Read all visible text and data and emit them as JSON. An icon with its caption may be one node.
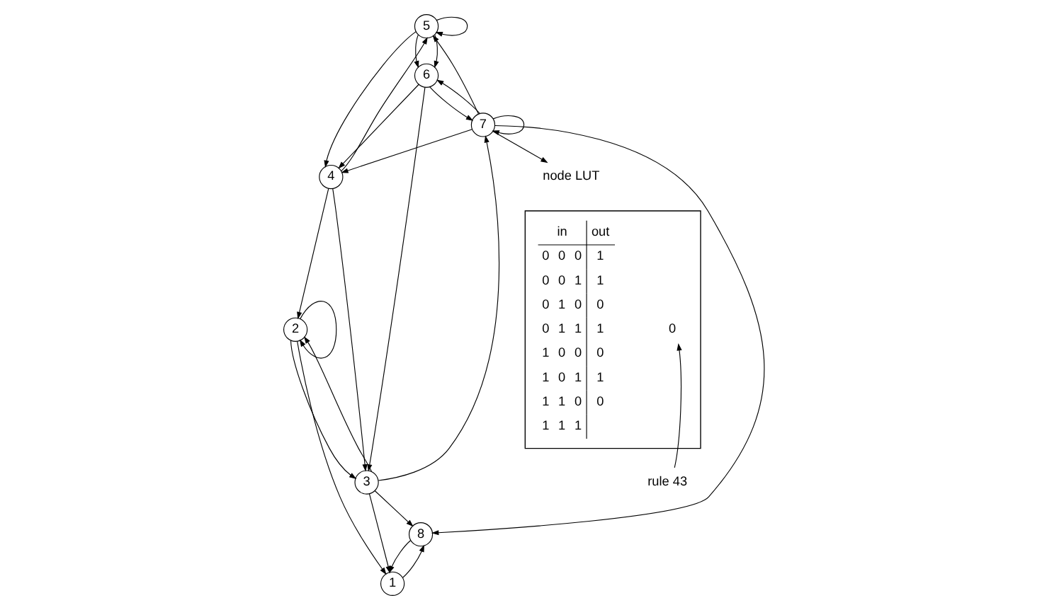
{
  "diagram": {
    "nodes": [
      {
        "text": [
          "5"
        ]
      },
      {
        "text": [
          "6"
        ]
      },
      {
        "text": [
          "7"
        ]
      },
      {
        "text": [
          "4"
        ]
      },
      {
        "text": [
          "3"
        ]
      },
      {
        "text": [
          "8"
        ]
      },
      {
        "text": [
          "2"
        ]
      },
      {
        "text": [
          "1"
        ]
      },
      {
        "text": [
          "node LUT"
        ]
      },
      {
        "text": [],
        "shape": "box"
      },
      {
        "text": [
          "0"
        ],
        "in": 9
      },
      {
        "text": [
          "rule 43"
        ]
      }
    ],
    "edges": [
      {
        "from": 0,
        "to": 0,
        "arrow": "to"
      },
      {
        "from": 2,
        "to": 0,
        "arrow": "to"
      },
      {
        "from": 0,
        "to": 1,
        "arrow": "to"
      },
      {
        "from": 0,
        "to": 1,
        "arrow": "to"
      },
      {
        "from": 0,
        "to": 3,
        "arrow": "to"
      },
      {
        "from": 3,
        "to": 0,
        "arrow": "to"
      },
      {
        "from": 2,
        "to": 1,
        "arrow": "to"
      },
      {
        "from": 1,
        "to": 2,
        "arrow": "to"
      },
      {
        "from": 2,
        "to": 2,
        "arrow": "to"
      },
      {
        "from": 1,
        "to": 3,
        "arrow": "to"
      },
      {
        "from": 2,
        "to": 3,
        "arrow": "to"
      },
      {
        "from": 1,
        "to": 4,
        "arrow": "to"
      },
      {
        "from": 4,
        "to": 2,
        "arrow": "to"
      },
      {
        "from": 2,
        "to": 5,
        "arrow": "to"
      },
      {
        "from": 3,
        "to": 4,
        "arrow": "to"
      },
      {
        "from": 3,
        "to": 6,
        "arrow": "to"
      },
      {
        "from": 4,
        "to": 5,
        "arrow": "to"
      },
      {
        "from": 6,
        "to": 4,
        "arrow": "to"
      },
      {
        "from": 4,
        "to": 6,
        "arrow": "to"
      },
      {
        "from": 4,
        "to": 7,
        "arrow": "to"
      },
      {
        "from": 5,
        "to": 7,
        "arrow": "to"
      },
      {
        "from": 7,
        "to": 5,
        "arrow": "to"
      },
      {
        "from": 6,
        "to": 7,
        "arrow": "to"
      },
      {
        "from": 6,
        "to": 6,
        "arrow": "to"
      },
      {
        "from": 2,
        "to": 8,
        "arrow": "to"
      },
      {
        "from": 11,
        "to": 10,
        "arrow": "to"
      }
    ],
    "labels": [
      "in",
      "out",
      "0",
      "0",
      "0",
      "1",
      "0",
      "0",
      "1",
      "1",
      "0",
      "1",
      "0",
      "0",
      "0",
      "1",
      "1",
      "1",
      "1",
      "0",
      "0",
      "0",
      "1",
      "0",
      "1",
      "1",
      "1",
      "1",
      "0",
      "0",
      "1",
      "1",
      "1"
    ]
  }
}
